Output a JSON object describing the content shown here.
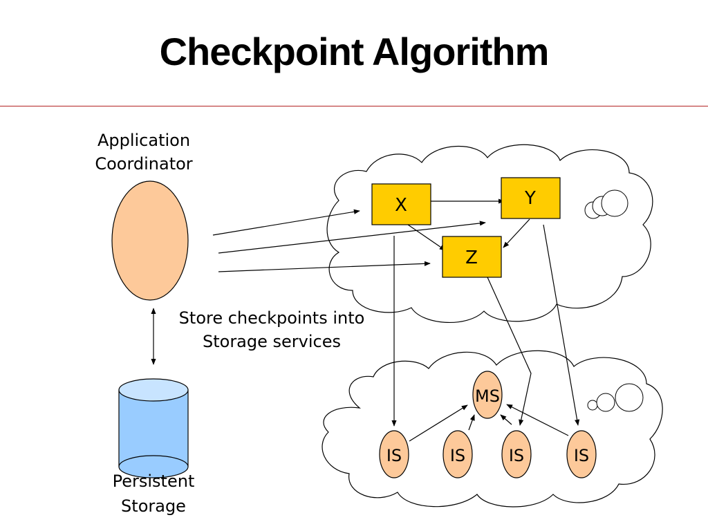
{
  "title": "Checkpoint Algorithm",
  "coordinator": {
    "line1": "Application",
    "line2": "Coordinator"
  },
  "storage": {
    "line1": "Persistent",
    "line2": "Storage"
  },
  "note": {
    "line1": "Store checkpoints into",
    "line2": "Storage services"
  },
  "app_cloud": {
    "nodes": {
      "x": "X",
      "y": "Y",
      "z": "Z"
    }
  },
  "storage_cloud": {
    "ms": "MS",
    "is": [
      "IS",
      "IS",
      "IS",
      "IS"
    ]
  },
  "colors": {
    "coordinator_fill": "#fdc99a",
    "node_fill": "#ffcc00",
    "cylinder_fill": "#99ccff",
    "service_fill": "#fdc99a",
    "title_rule": "#b22222"
  }
}
